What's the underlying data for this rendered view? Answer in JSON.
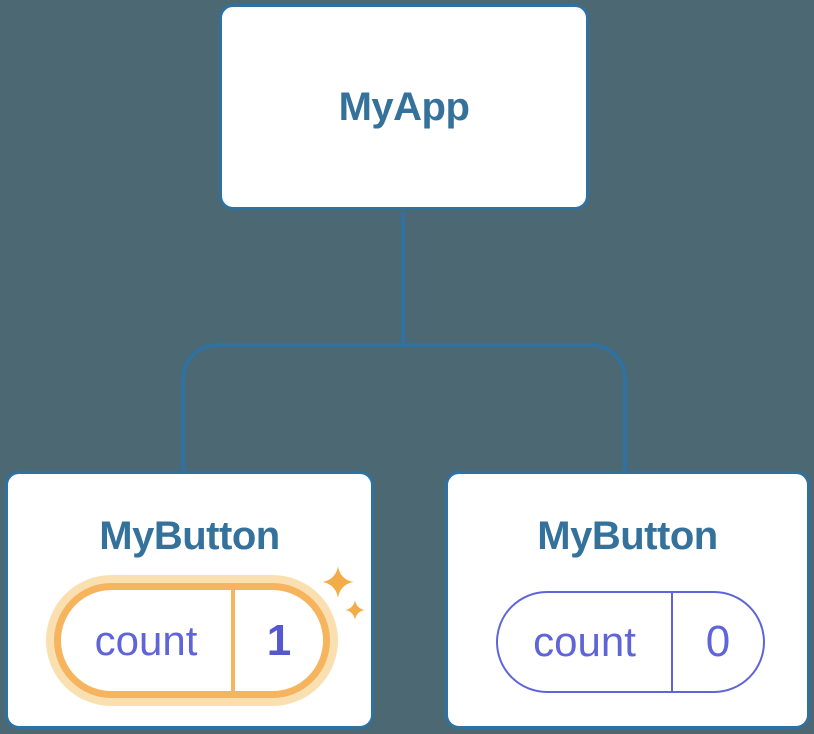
{
  "diagram": {
    "background": "#4C6872",
    "root": {
      "label": "MyApp"
    },
    "children": [
      {
        "label": "MyButton",
        "state": {
          "key": "count",
          "value": "1"
        },
        "highlighted": true
      },
      {
        "label": "MyButton",
        "state": {
          "key": "count",
          "value": "0"
        },
        "highlighted": false
      }
    ]
  },
  "colors": {
    "background": "#4C6872",
    "node_border": "#2F71A1",
    "connector": "#2F71A1",
    "node_title": "#35729B",
    "state_text": "#5F65D8",
    "state_value_highlight": "#5459D0",
    "highlight_ring": "#F6B45F",
    "highlight_glow": "#FAE0B0",
    "sparkle": "#F3AC48"
  },
  "icons": [
    {
      "name": "sparkle-icon-large",
      "glyph": "four-point-star"
    },
    {
      "name": "sparkle-icon-small",
      "glyph": "four-point-star"
    }
  ]
}
